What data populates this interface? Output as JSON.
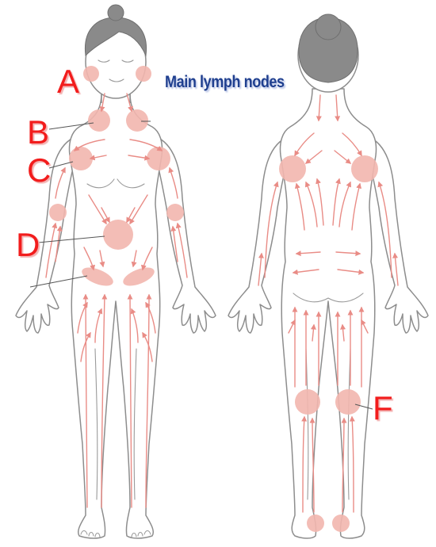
{
  "title": "Main lymph nodes",
  "markers": {
    "a": "A",
    "b": "B",
    "c": "C",
    "d": "D",
    "f": "F"
  },
  "colors": {
    "title": "#1f3f8f",
    "markers": "#f21c1c",
    "lymph_node": "#f2b6ae",
    "lymph_flow": "#e98c86",
    "outline": "#8d8d8d"
  }
}
